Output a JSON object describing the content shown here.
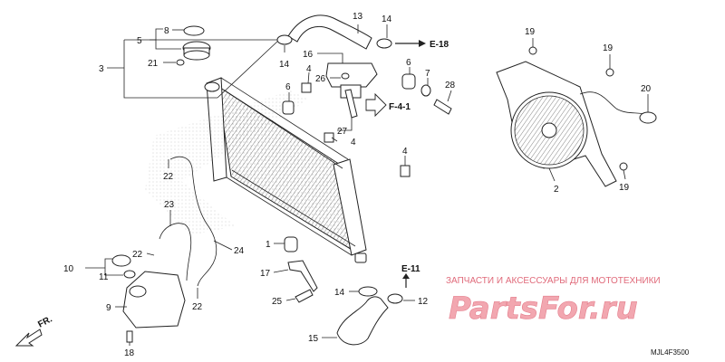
{
  "callouts": [
    {
      "id": "c1",
      "text": "1"
    },
    {
      "id": "c2",
      "text": "2"
    },
    {
      "id": "c3",
      "text": "3"
    },
    {
      "id": "c4a",
      "text": "4"
    },
    {
      "id": "c4b",
      "text": "4"
    },
    {
      "id": "c4c",
      "text": "4"
    },
    {
      "id": "c5",
      "text": "5"
    },
    {
      "id": "c6a",
      "text": "6"
    },
    {
      "id": "c6b",
      "text": "6"
    },
    {
      "id": "c7",
      "text": "7"
    },
    {
      "id": "c8",
      "text": "8"
    },
    {
      "id": "c9",
      "text": "9"
    },
    {
      "id": "c10",
      "text": "10"
    },
    {
      "id": "c11",
      "text": "11"
    },
    {
      "id": "c12",
      "text": "12"
    },
    {
      "id": "c13",
      "text": "13"
    },
    {
      "id": "c14a",
      "text": "14"
    },
    {
      "id": "c14b",
      "text": "14"
    },
    {
      "id": "c14c",
      "text": "14"
    },
    {
      "id": "c15",
      "text": "15"
    },
    {
      "id": "c16",
      "text": "16"
    },
    {
      "id": "c17",
      "text": "17"
    },
    {
      "id": "c18",
      "text": "18"
    },
    {
      "id": "c19a",
      "text": "19"
    },
    {
      "id": "c19b",
      "text": "19"
    },
    {
      "id": "c19c",
      "text": "19"
    },
    {
      "id": "c20",
      "text": "20"
    },
    {
      "id": "c21",
      "text": "21"
    },
    {
      "id": "c22a",
      "text": "22"
    },
    {
      "id": "c22b",
      "text": "22"
    },
    {
      "id": "c22c",
      "text": "22"
    },
    {
      "id": "c23",
      "text": "23"
    },
    {
      "id": "c24",
      "text": "24"
    },
    {
      "id": "c25",
      "text": "25"
    },
    {
      "id": "c26",
      "text": "26"
    },
    {
      "id": "c27",
      "text": "27"
    },
    {
      "id": "c28",
      "text": "28"
    }
  ],
  "references": {
    "e18": "E-18",
    "f41": "F-4-1",
    "e11": "E-11",
    "front": "FR."
  },
  "watermark": {
    "tagline": "ЗАПЧАСТИ И АКСЕССУАРЫ ДЛЯ МОТОТЕХНИКИ",
    "logo": "PartsFor.ru",
    "tagline_color": "#e06a7a",
    "logo_color": "#f2a7b0"
  },
  "diagram_code": "MJL4F3500"
}
